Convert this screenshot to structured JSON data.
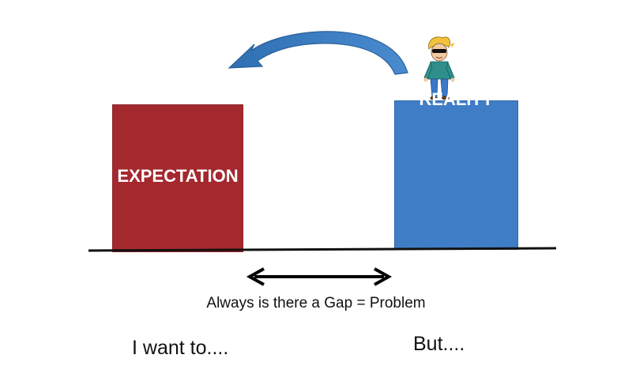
{
  "diagram": {
    "left_box": {
      "label": "EXPECTATION",
      "color": "#a4292f"
    },
    "right_box": {
      "label": "REALITY",
      "color": "#3f7ec6"
    },
    "gap_caption": "Always is there a Gap = Problem",
    "left_note": "I want to....",
    "right_note": "But....",
    "arrow_color": "#3a78b8",
    "figure": "cartoon-person-icon"
  }
}
